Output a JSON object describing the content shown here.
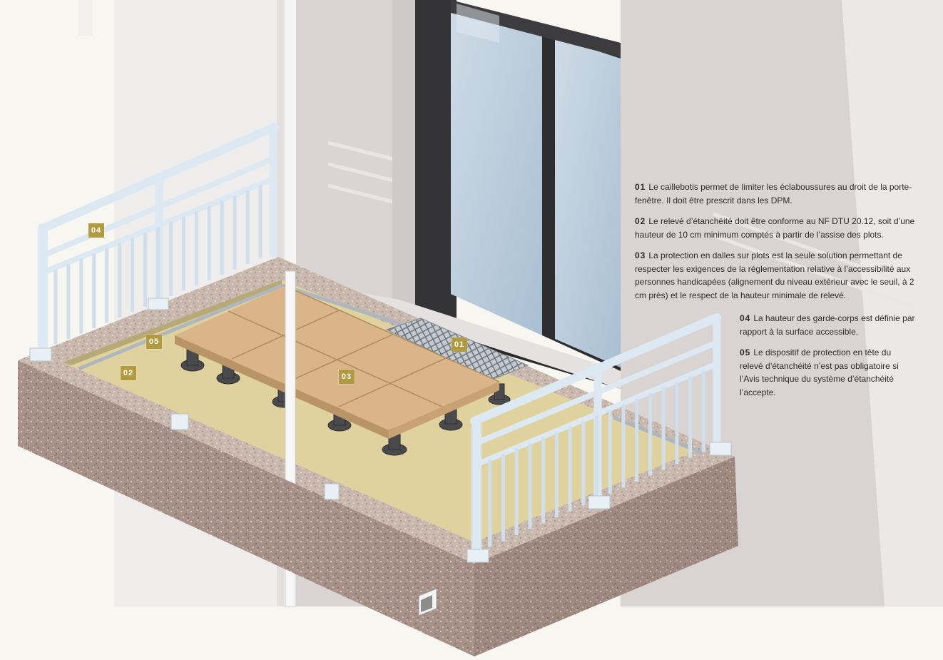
{
  "markers": {
    "m01": "01",
    "m02": "02",
    "m03": "03",
    "m04": "04",
    "m05": "05"
  },
  "notes": [
    {
      "num": "01",
      "text": "Le caillebotis permet de limiter les éclaboussures au droit de la porte-fenêtre. Il doit être prescrit dans les DPM."
    },
    {
      "num": "02",
      "text": "Le relevé d’étanchéité doit être conforme au NF DTU 20.12, soit d’une hauteur de 10 cm minimum comptés à partir de l’assise des plots."
    },
    {
      "num": "03",
      "text": "La protection en dalles sur plots est la seule solution permettant de respecter les exigences de la réglementation relative à l’accessibilité aux personnes handicapées (alignement du niveau extérieur avec le seuil, à 2 cm près) et le respect de la hauteur minimale de relevé."
    },
    {
      "num": "04",
      "text": "La hauteur des garde-corps est définie par rapport à la surface accessible."
    },
    {
      "num": "05",
      "text": "Le dispositif de protection en tête du relevé d’étanchéité n’est pas obligatoire si l’Avis technique du système d’étanchéité l’accepte."
    }
  ],
  "colors": {
    "badge": "#b19a3f",
    "membrane": "#e0d29e",
    "tile": "#d9b589",
    "concrete": "#a48f86",
    "railing": "#dce9f3",
    "wall": "#ddd8d6"
  }
}
